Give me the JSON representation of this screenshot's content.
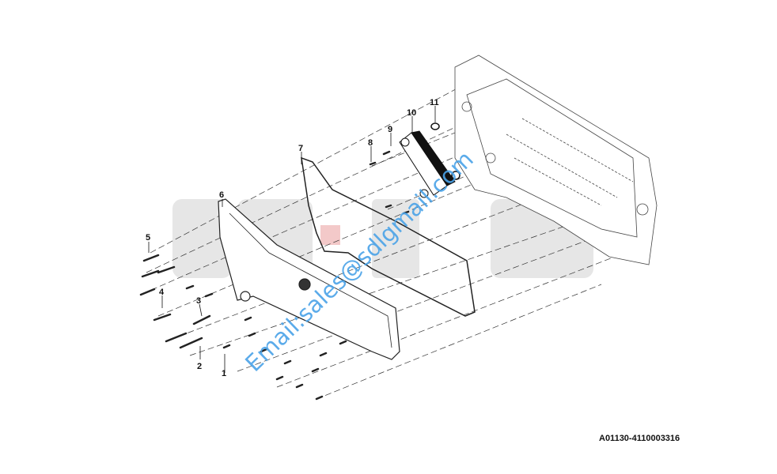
{
  "diagram": {
    "reference_code": "A01130-4110003316",
    "callouts": [
      "1",
      "2",
      "3",
      "4",
      "5",
      "6",
      "7",
      "8",
      "9",
      "10",
      "11"
    ],
    "watermark_text": "Email:sales@sdlgmail.com",
    "background_logo": "SDLG",
    "colors": {
      "line": "#222222",
      "watermark": "#4aa3e8",
      "logo": "#e4e4e4"
    }
  }
}
